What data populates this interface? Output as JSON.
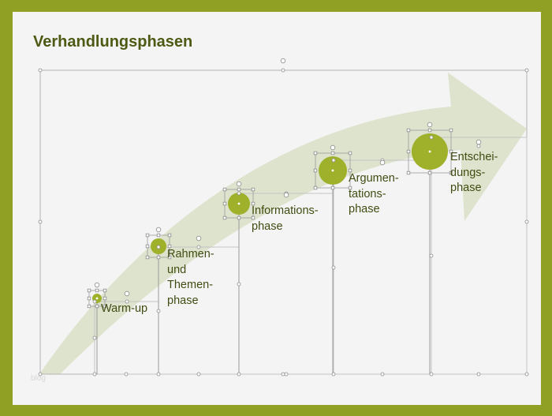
{
  "slide": {
    "title": "Verhandlungsphasen",
    "watermark": "blog"
  },
  "colors": {
    "frame": "#8fa024",
    "background": "#f4f4f4",
    "arrow": "#dde3cc",
    "circle": "#9fb02b",
    "title": "#4d5a14",
    "text": "#3f4d12",
    "selection": "#a0a0a0"
  },
  "phases": [
    {
      "label": "Warm-up"
    },
    {
      "label": "Rahmen-\nund\nThemen-\nphase"
    },
    {
      "label": "Informations-\nphase"
    },
    {
      "label": "Argumen-\ntations-\nphase"
    },
    {
      "label": "Entschei-\ndungs-\nphase"
    }
  ]
}
